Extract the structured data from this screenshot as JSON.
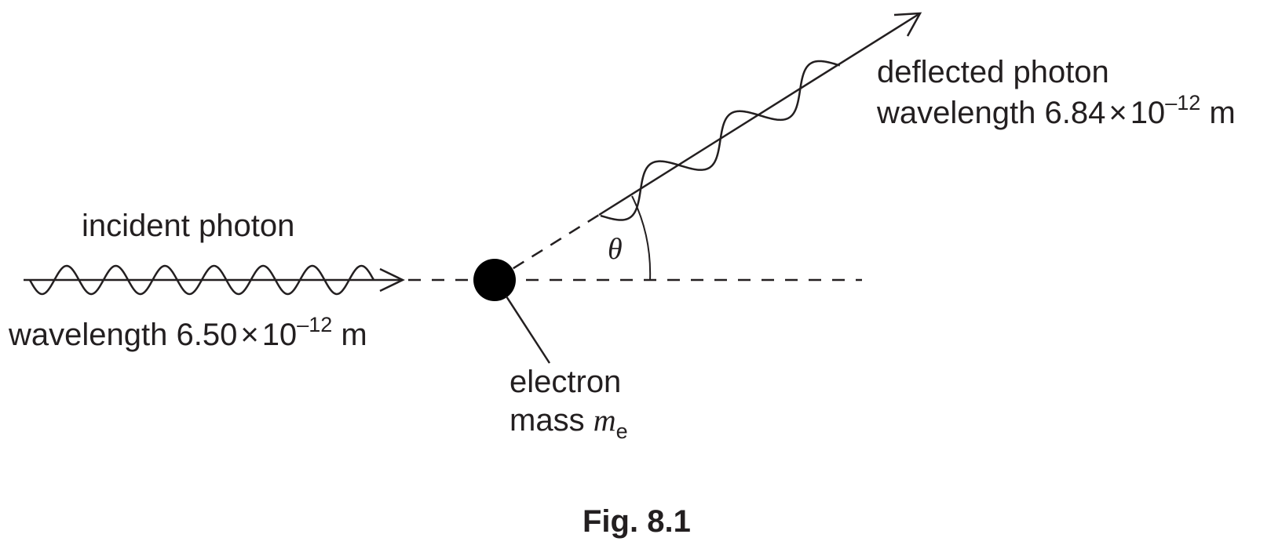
{
  "incident": {
    "label": "incident photon",
    "wavelength_text": "wavelength 6.50",
    "times": "×",
    "base": "10",
    "exponent": "–12",
    "unit": "m"
  },
  "deflected": {
    "label": "deflected photon",
    "wavelength_text": "wavelength 6.84",
    "times": "×",
    "base": "10",
    "exponent": "–12",
    "unit": "m"
  },
  "electron": {
    "label": "electron",
    "mass_text": "mass",
    "mass_symbol": "m",
    "mass_subscript": "e"
  },
  "angle_symbol": "θ",
  "caption": "Fig. 8.1",
  "colors": {
    "ink": "#231f20",
    "background": "#ffffff"
  }
}
